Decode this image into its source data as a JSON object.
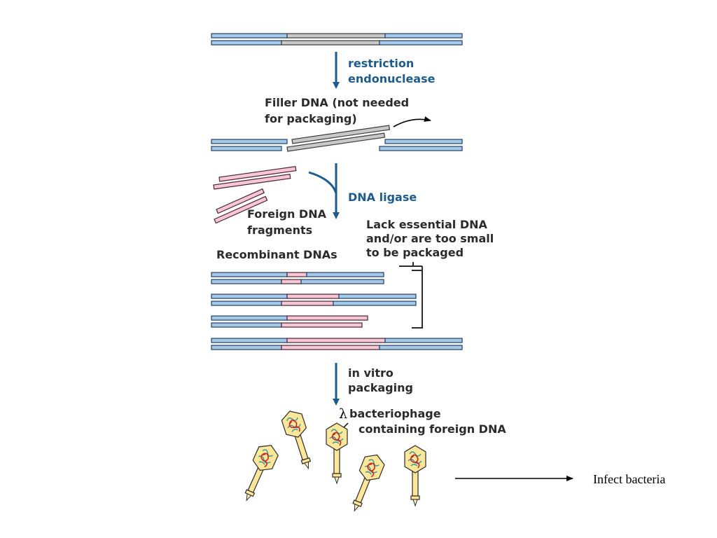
{
  "labels": {
    "step1_line1": "restriction",
    "step1_line2": "endonuclease",
    "filler_line1": "Filler DNA (not needed",
    "filler_line2": "for packaging)",
    "step2": "DNA ligase",
    "foreign_line1": "Foreign DNA",
    "foreign_line2": "fragments",
    "lack_line1": "Lack essential DNA",
    "lack_line2": "and/or are too small",
    "lack_line3": "to be packaged",
    "recombinant": "Recombinant DNAs",
    "step3_line1": "in vitro",
    "step3_line2": "packaging",
    "phage_symbol": "λ",
    "phage_line1": "bacteriophage",
    "phage_line2": "containing foreign DNA",
    "infect": "Infect bacteria"
  },
  "colors": {
    "vector_dna": "#a7c8e6",
    "filler_dna": "#c8c8c8",
    "foreign_dna": "#f6c7d6",
    "process_arrow": "#1e5b8c",
    "phage_body": "#ffe79a"
  }
}
